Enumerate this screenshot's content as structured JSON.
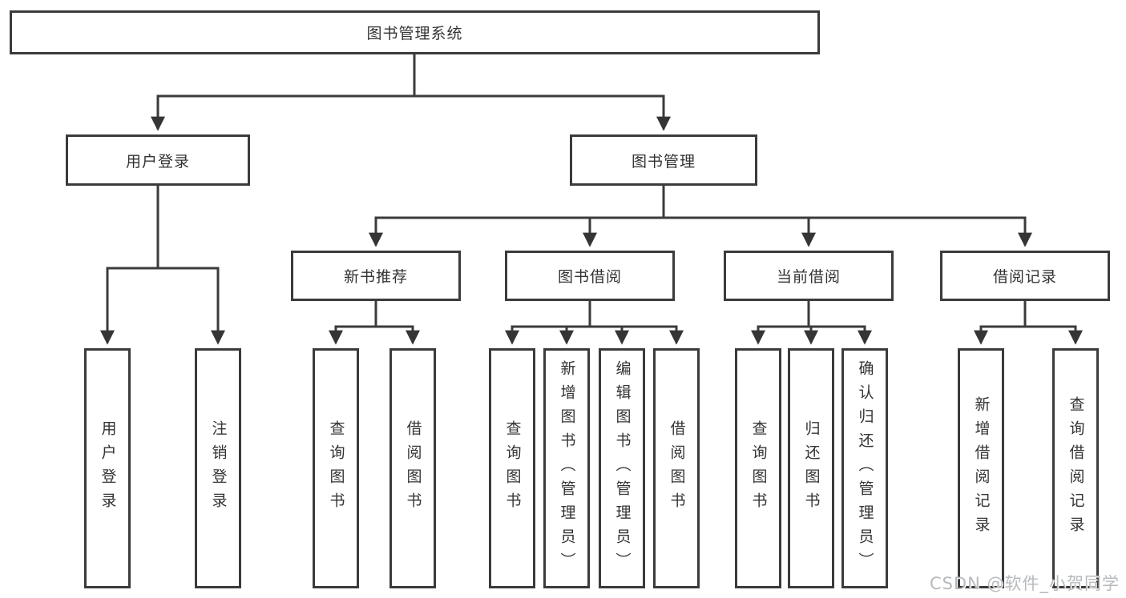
{
  "diagram": {
    "root": {
      "label": "图书管理系统",
      "children": [
        {
          "label": "用户登录",
          "children": [
            {
              "label": "用户登录"
            },
            {
              "label": "注销登录"
            }
          ]
        },
        {
          "label": "图书管理",
          "children": [
            {
              "label": "新书推荐",
              "children": [
                {
                  "label": "查询图书"
                },
                {
                  "label": "借阅图书"
                }
              ]
            },
            {
              "label": "图书借阅",
              "children": [
                {
                  "label": "查询图书"
                },
                {
                  "label": "新增图书（管理员）"
                },
                {
                  "label": "编辑图书（管理员）"
                },
                {
                  "label": "借阅图书"
                }
              ]
            },
            {
              "label": "当前借阅",
              "children": [
                {
                  "label": "查询图书"
                },
                {
                  "label": "归还图书"
                },
                {
                  "label": "确认归还（管理员）"
                }
              ]
            },
            {
              "label": "借阅记录",
              "children": [
                {
                  "label": "新增借阅记录"
                },
                {
                  "label": "查询借阅记录"
                }
              ]
            }
          ]
        }
      ]
    }
  },
  "watermark": {
    "text": "CSDN @软件_小贺同学"
  },
  "colors": {
    "line": "#3b3b3b",
    "text": "#333333",
    "watermark": "#b7babd",
    "background": "#ffffff"
  }
}
